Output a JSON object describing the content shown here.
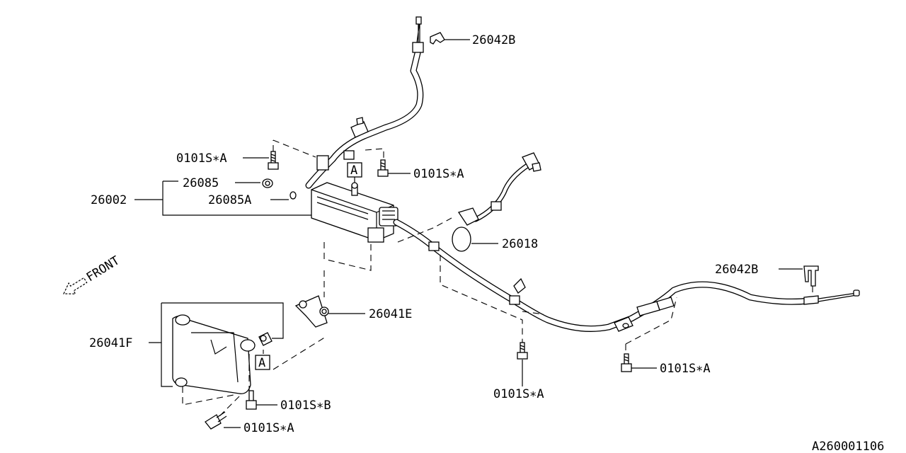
{
  "callouts": {
    "p26042b_top": "26042B",
    "p0101sa_1": "0101S∗A",
    "p0101sa_2": "0101S∗A",
    "p26085": "26085",
    "p26002": "26002",
    "p26085a": "26085A",
    "p26018": "26018",
    "p26042b_right": "26042B",
    "p26041e": "26041E",
    "p26041f": "26041F",
    "p0101sb": "0101S∗B",
    "p0101sa_3": "0101S∗A",
    "p0101sa_4": "0101S∗A",
    "p0101sa_5": "0101S∗A"
  },
  "markers": {
    "a_top": "A",
    "a_bottom": "A"
  },
  "front_label": "FRONT",
  "drawing_number": "A260001106"
}
